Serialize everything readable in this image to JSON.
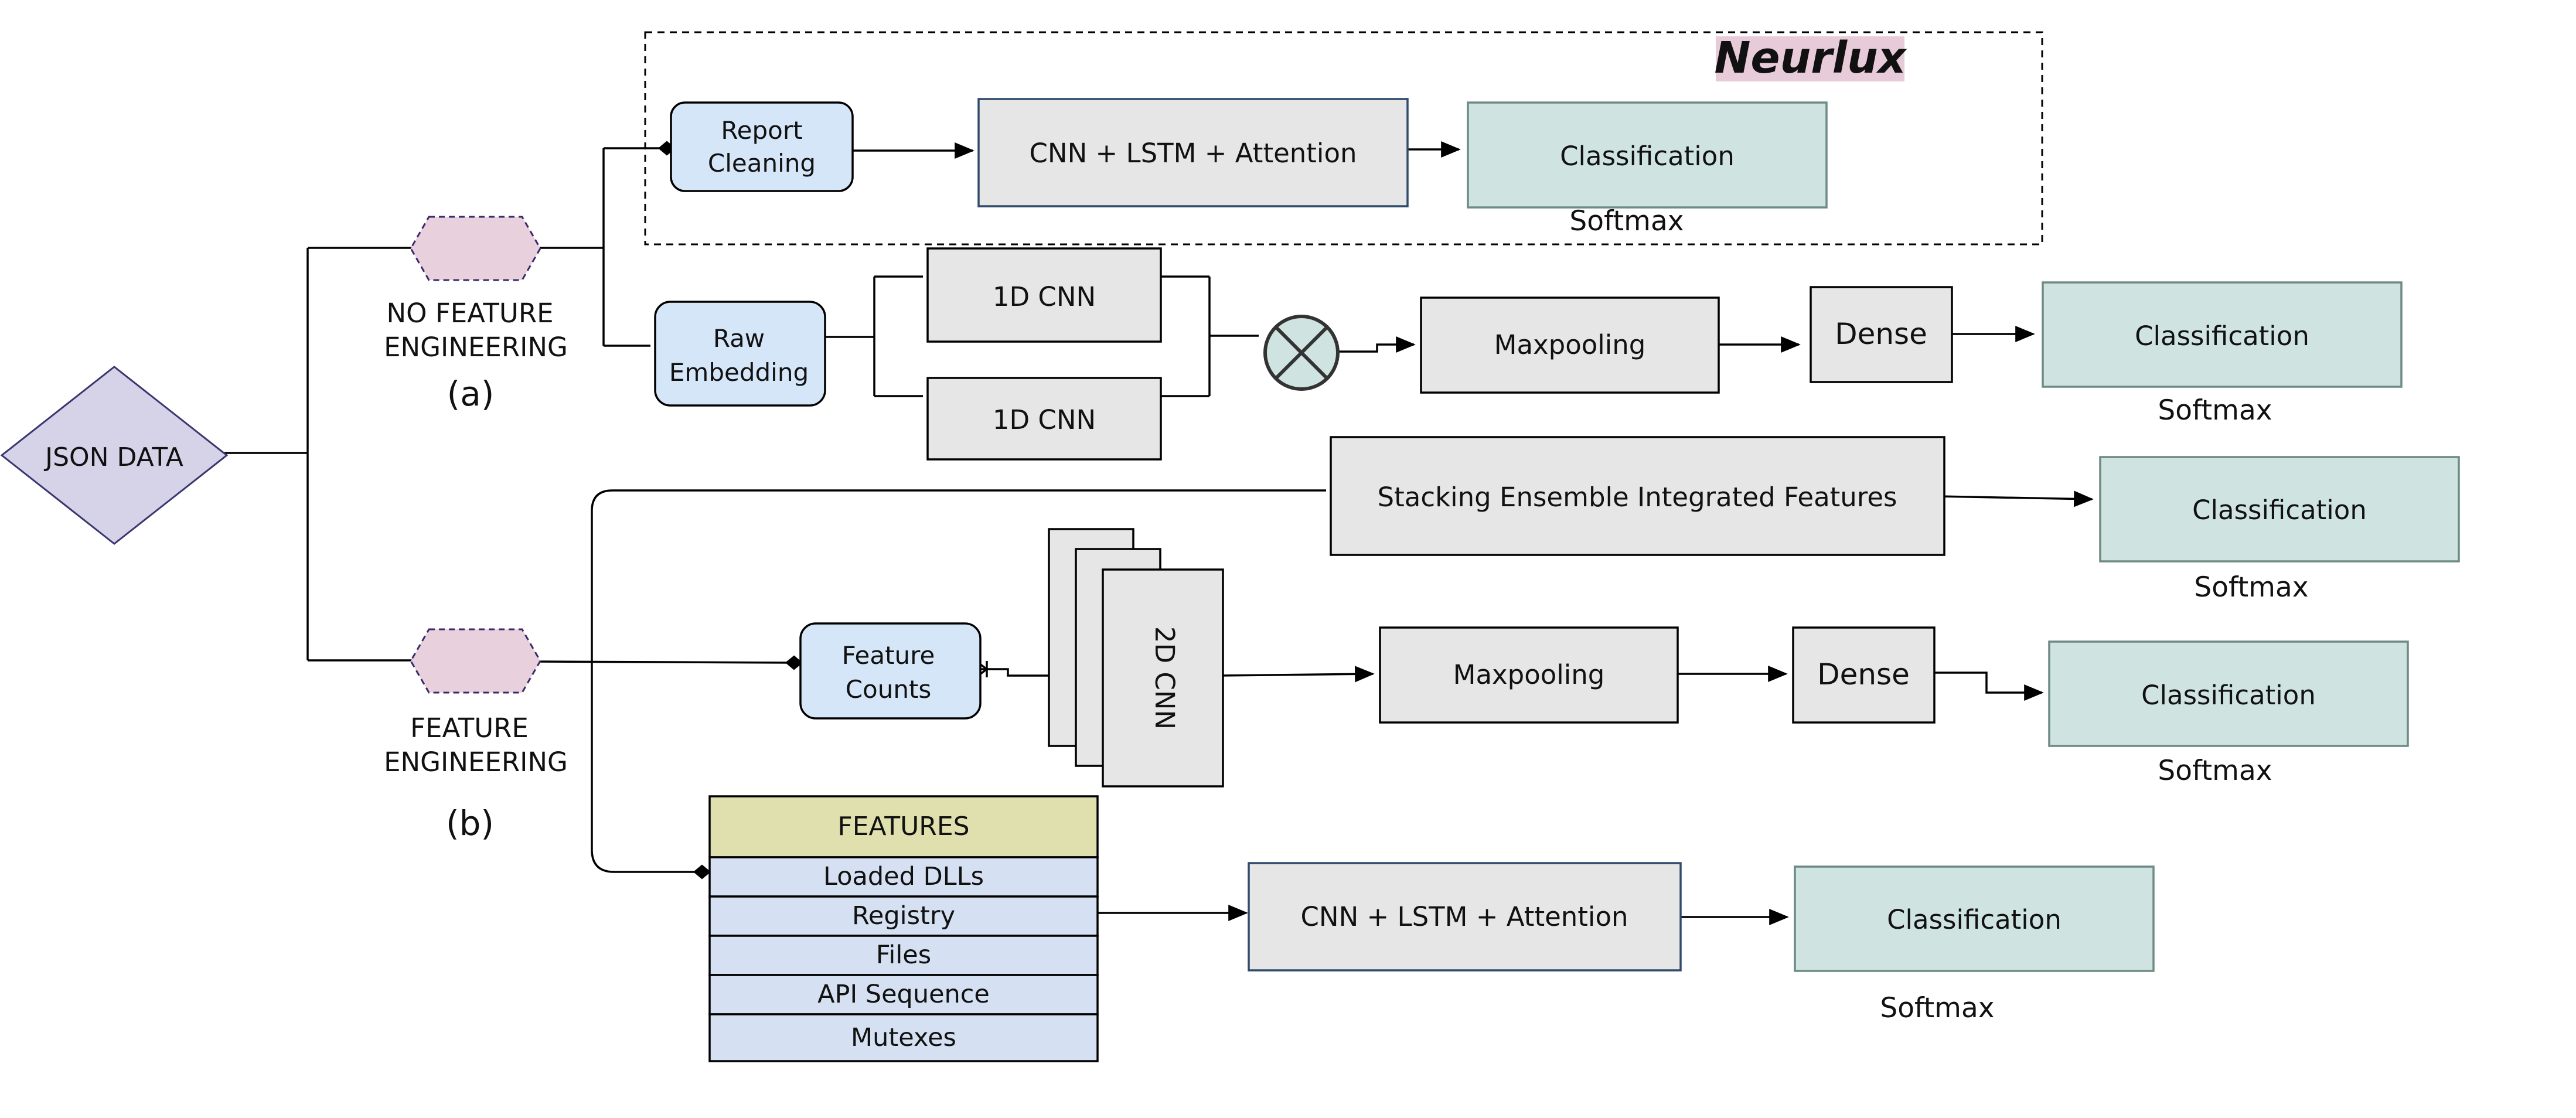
{
  "colors": {
    "gray_box": "#e6e6e6",
    "teal_box": "#cfe4e0",
    "blue_box": "#d6e6f9",
    "diamond": "#d6d3e8",
    "hexagon": "#e8d0dc",
    "features_header": "#dfe0ad",
    "features_rows": "#d5e1f3",
    "neurlux_bg": "#e8cbd9"
  },
  "diagram": {
    "brand": "Neurlux",
    "root": "JSON DATA",
    "branch_a": {
      "label_line1": "NO FEATURE",
      "label_line2": "ENGINEERING",
      "tag": "(a)"
    },
    "branch_b": {
      "label_line1": "FEATURE",
      "label_line2": "ENGINEERING",
      "tag": "(b)"
    },
    "neurlux_path": {
      "report_cleaning_line1": "Report",
      "report_cleaning_line2": "Cleaning",
      "model": "CNN + LSTM + Attention",
      "classification": "Classification",
      "softmax": "Softmax"
    },
    "embedding_path": {
      "raw_embedding_line1": "Raw",
      "raw_embedding_line2": "Embedding",
      "cnn_top": "1D CNN",
      "cnn_bottom": "1D CNN",
      "maxpooling": "Maxpooling",
      "dense": "Dense",
      "classification": "Classification",
      "softmax": "Softmax"
    },
    "stacking_path": {
      "stacking": "Stacking Ensemble Integrated Features",
      "classification": "Classification",
      "softmax": "Softmax"
    },
    "counts_path": {
      "feature_counts_line1": "Feature",
      "feature_counts_line2": "Counts",
      "cnn2d": "2D CNN",
      "maxpooling": "Maxpooling",
      "dense": "Dense",
      "classification": "Classification",
      "softmax": "Softmax"
    },
    "features_path": {
      "header": "FEATURES",
      "rows": [
        "Loaded DLLs",
        "Registry",
        "Files",
        "API Sequence",
        "Mutexes"
      ],
      "model": "CNN + LSTM + Attention",
      "classification": "Classification",
      "softmax": "Softmax"
    }
  }
}
